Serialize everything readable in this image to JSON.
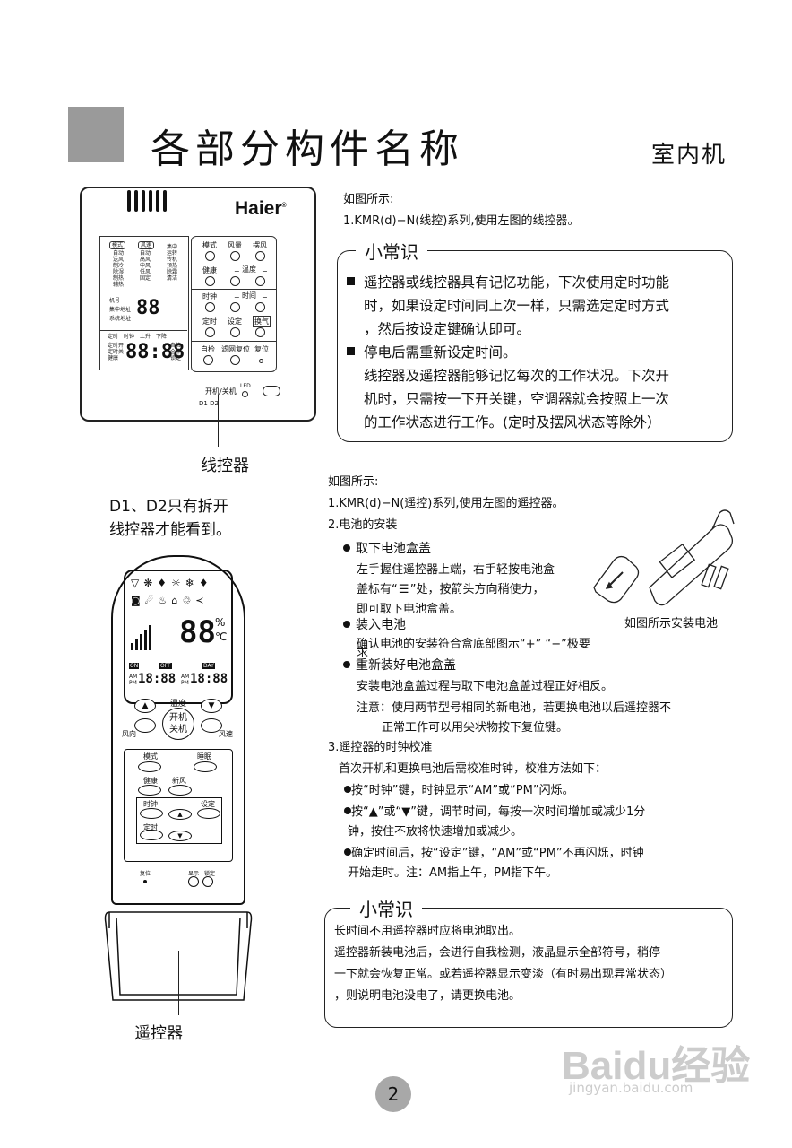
{
  "header": {
    "title": "各部分构件名称",
    "subtitle": "室内机"
  },
  "wired_controller": {
    "brand": "Haier",
    "lcd": {
      "mode_tag": "模式",
      "wind_tag": "风速",
      "col1": [
        "自动",
        "送风",
        "制冷",
        "除湿",
        "制热",
        "辅热"
      ],
      "col2": [
        "自动",
        "高风",
        "中风",
        "低风",
        "固定"
      ],
      "col3": [
        "集中",
        "运转",
        "传机",
        "预热",
        "除霜",
        "清洁"
      ],
      "mid_tags": [
        "机号",
        "集中地址",
        "系统地址"
      ],
      "temp_value": "88",
      "clock": "88:88",
      "time_tags": [
        "定时",
        "时钟",
        "上升",
        "下降"
      ],
      "bottom_left": [
        "定时开",
        "定时关",
        "健康"
      ],
      "right_tags": [
        "自检",
        "全热",
        "锁定"
      ]
    },
    "keys": [
      "模式",
      "风量",
      "摆风",
      "健康",
      "温度",
      "时钟",
      "时间",
      "定时",
      "设定",
      "换气",
      "自检",
      "滤网复位",
      "复位"
    ],
    "plus": "+",
    "minus": "−",
    "onoff": "开机/关机",
    "led": "LED",
    "d_labels": "D1   D2",
    "label": "线控器",
    "note_line1": "D1、D2只有拆开",
    "note_line2": "线控器才能看到。"
  },
  "section1": {
    "ref_line1": "如图所示:",
    "ref_line2": "1.KMR(d)−N(线控)系列,使用左图的线控器。",
    "tip_title": "小常识",
    "tip_p1_l1": "遥控器或线控器具有记忆功能，下次使用定时功能",
    "tip_p1_l2": "时，如果设定时间同上次一样，只需选定定时方式",
    "tip_p1_l3": "，然后按设定键确认即可。",
    "tip_p2_l1": "停电后需重新设定时间。",
    "tip_p2_l2": "线控器及遥控器能够记忆每次的工作状况。下次开",
    "tip_p2_l3": "机时，只需按一下开关键，空调器就会按照上一次",
    "tip_p2_l4": "的工作状态进行工作。(定时及摆风状态等除外）"
  },
  "section2": {
    "ref_line1": "如图所示:",
    "ref_line2": "1.KMR(d)−N(遥控)系列,使用左图的遥控器。",
    "battery_title": "2.电池的安装",
    "remove_title": "取下电池盒盖",
    "remove_l1": "左手握住遥控器上端，右手轻按电池盒",
    "remove_l2": "盖标有“",
    "remove_l2b": "”处，按箭头方向稍使力，",
    "remove_l3": "即可取下电池盒盖。",
    "install_title": "装入电池",
    "install_l1": "确认电池的安装符合盒底部图示“+”  “−”极要",
    "install_l2": "求",
    "refit_title": "重新装好电池盒盖",
    "refit_l1": "安装电池盒盖过程与取下电池盒盖过程正好相反。",
    "caution_l1": "注意：使用两节型号相同的新电池，若更换电池以后遥控器不",
    "caution_l2": "正常工作可以用尖状物按下复位键。",
    "image_caption": "如图所示安装电池",
    "clock_title": "3.遥控器的时钟校准",
    "clock_intro": "首次开机和更换电池后需校准时钟，校准方法如下：",
    "clock_s1": "按“时钟”键，时钟显示“AM”或“PM”闪烁。",
    "clock_s2a": "按“",
    "clock_s2b": "”或“",
    "clock_s2c": "”键，调节时间，每按一次时间增加或减少1分",
    "clock_s2d": "钟，按住不放将快速增加或减少。",
    "clock_s3a": "确定时间后，按“设定”键，“AM”或“PM”不再闪烁，时钟",
    "clock_s3b": "开始走时。注：AM指上午，PM指下午。"
  },
  "remote": {
    "temp_label": "温度",
    "power_l1": "开机",
    "power_l2": "关机",
    "fan_dir": "风向",
    "fan_speed": "风速",
    "mode": "模式",
    "sleep": "睡眠",
    "health": "健康",
    "fresh": "新风",
    "clock": "时钟",
    "set": "设定",
    "timer": "定时",
    "reset": "复位",
    "display": "显示",
    "lock": "锁定",
    "lcd_digits": "88",
    "lcd_clock1": "18:88",
    "lcd_clock2": "18:88",
    "am": "AM",
    "pm": "PM",
    "unit_pct": "%",
    "unit_c": "℃",
    "on_tag": "ON",
    "off_tag": "OFF",
    "day_tag": "DAY",
    "label": "遥控器"
  },
  "tip2": {
    "title": "小常识",
    "l1": "长时间不用遥控器时应将电池取出。",
    "l2": "遥控器新装电池后，会进行自我检测，液晶显示全部符号，稍停",
    "l3": "一下就会恢复正常。或若遥控器显示变淡（有时易出现异常状态）",
    "l4": "，则说明电池没电了，请更换电池。"
  },
  "page_number": "2",
  "watermark": {
    "brand": "Baidu经验",
    "url": "jingyan.baidu.com"
  }
}
